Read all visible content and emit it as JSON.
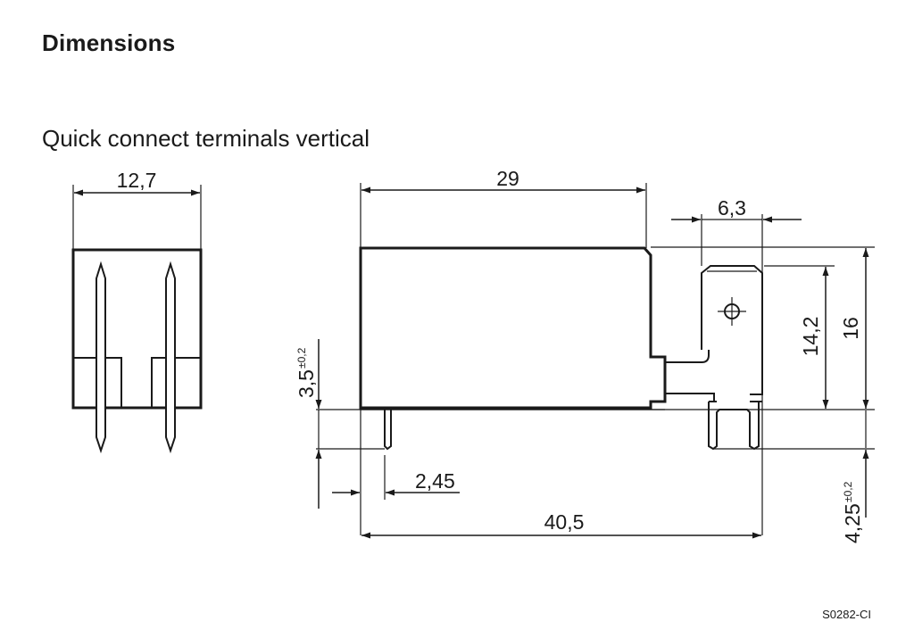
{
  "heading": "Dimensions",
  "subheading": "Quick connect terminals vertical",
  "reference_code": "S0282-CI",
  "dimensions": {
    "side_width": "12,7",
    "body_length": "29",
    "terminal_width": "6,3",
    "terminal_height": "14,2",
    "overall_height": "16",
    "pin_length": "3,5",
    "pin_length_tol": "±0,2",
    "pin_offset": "2,45",
    "overall_length": "40,5",
    "terminal_length": "4,25",
    "terminal_length_tol": "±0,2"
  },
  "colors": {
    "line": "#1a1a1a",
    "background": "#ffffff"
  }
}
